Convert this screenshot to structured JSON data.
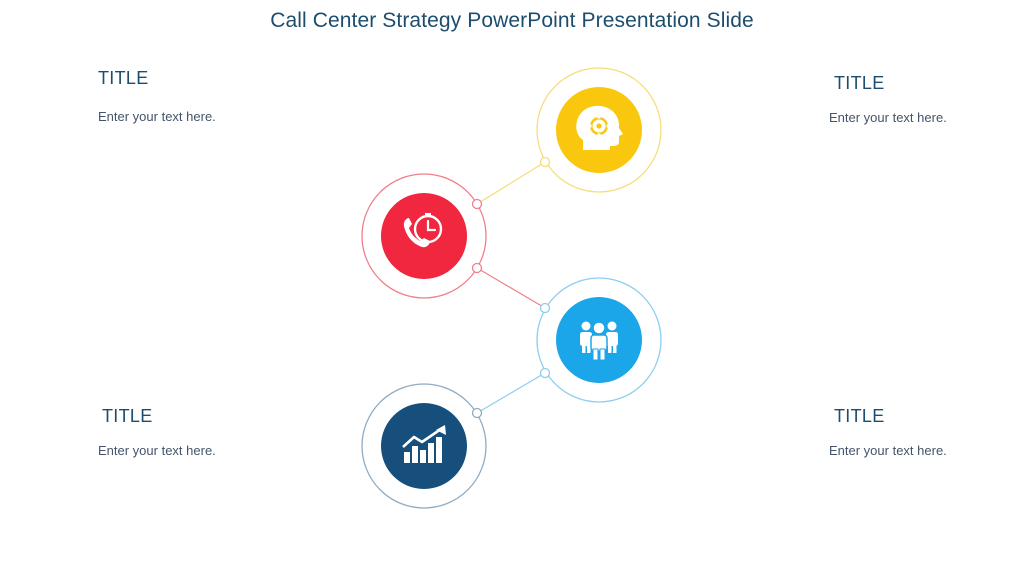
{
  "slide": {
    "title": "Call Center Strategy PowerPoint Presentation Slide"
  },
  "blocks": [
    {
      "title": "TITLE",
      "text": "Enter your text here."
    },
    {
      "title": "TITLE",
      "text": "Enter your text here."
    },
    {
      "title": "TITLE",
      "text": "Enter your text here."
    },
    {
      "title": "TITLE",
      "text": "Enter your text here."
    }
  ],
  "nodes": [
    {
      "icon": "head-gear-icon",
      "color": "#f9c80e",
      "ring_color": "#f6dd7a"
    },
    {
      "icon": "phone-clock-icon",
      "color": "#f0273e",
      "ring_color": "#f07f8a"
    },
    {
      "icon": "team-people-icon",
      "color": "#1ba6ea",
      "ring_color": "#8dcdef"
    },
    {
      "icon": "growth-chart-icon",
      "color": "#164e7c",
      "ring_color": "#8fabc2"
    }
  ]
}
